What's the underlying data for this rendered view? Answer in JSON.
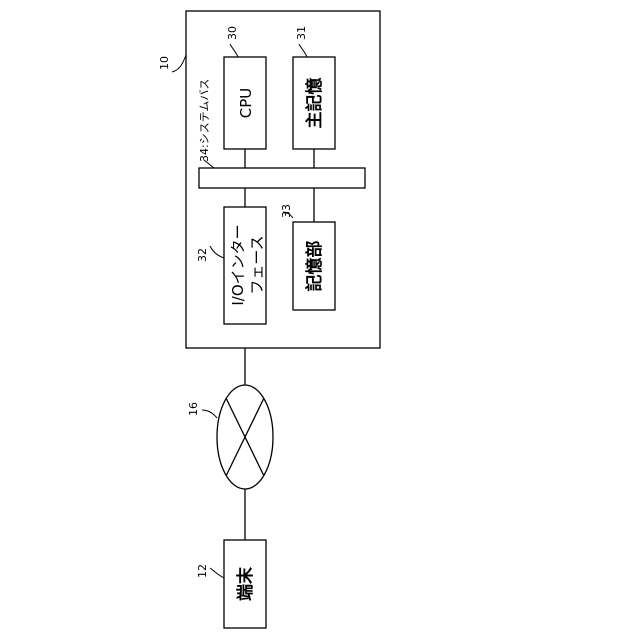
{
  "blocks": {
    "computer": {
      "ref": "10"
    },
    "cpu": {
      "ref": "30",
      "label": "CPU"
    },
    "main_memory": {
      "ref": "31",
      "label": "主記憶"
    },
    "io_interface": {
      "ref": "32",
      "label_line1": "I/Oインター",
      "label_line2": "フェース"
    },
    "storage": {
      "ref": "33",
      "label": "記憶部"
    },
    "system_bus": {
      "label": "34:システムバス"
    },
    "network": {
      "ref": "16"
    },
    "terminal": {
      "ref": "12",
      "label": "端末"
    }
  }
}
